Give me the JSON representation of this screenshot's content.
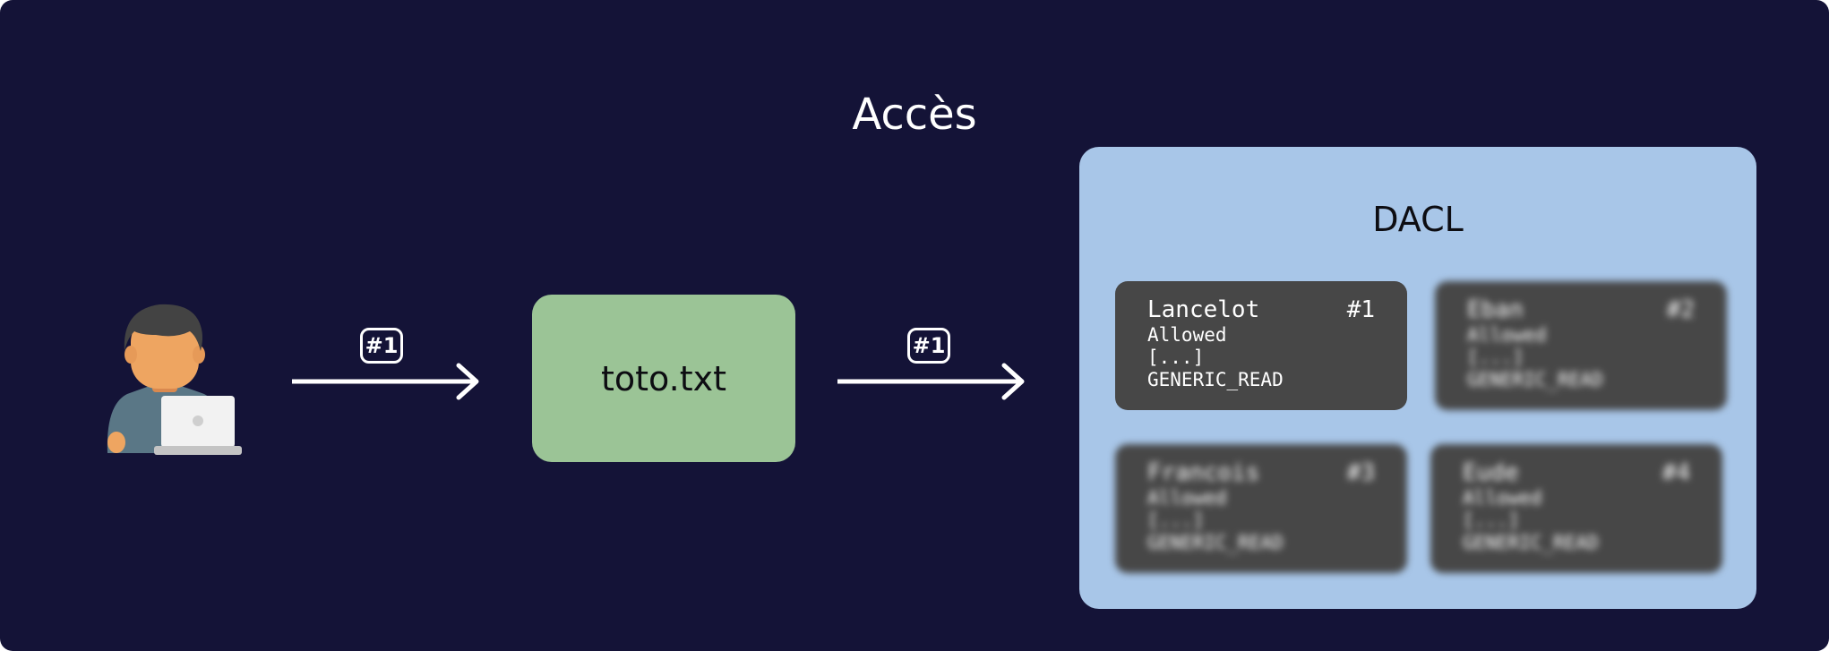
{
  "title": "Accès",
  "arrows": [
    {
      "label": "#1"
    },
    {
      "label": "#1"
    }
  ],
  "file": {
    "name": "toto.txt"
  },
  "dacl": {
    "title": "DACL",
    "entries": [
      {
        "name": "Lancelot",
        "index": "#1",
        "type": "Allowed",
        "ellipsis": "[...]",
        "right": "GENERIC_READ",
        "blurred": false
      },
      {
        "name": "Eban",
        "index": "#2",
        "type": "Allowed",
        "ellipsis": "[...]",
        "right": "GENERIC_READ",
        "blurred": true
      },
      {
        "name": "Francois",
        "index": "#3",
        "type": "Allowed",
        "ellipsis": "[...]",
        "right": "GENERIC_READ",
        "blurred": true
      },
      {
        "name": "Eude",
        "index": "#4",
        "type": "Allowed",
        "ellipsis": "[...]",
        "right": "GENERIC_READ",
        "blurred": true
      }
    ]
  },
  "colors": {
    "background": "#141337",
    "file_box": "#9bc496",
    "dacl_panel": "#a8c6e8",
    "ace_card": "#474747"
  },
  "icons": {
    "user": "person-with-laptop-icon",
    "arrow": "arrow-right-icon"
  }
}
